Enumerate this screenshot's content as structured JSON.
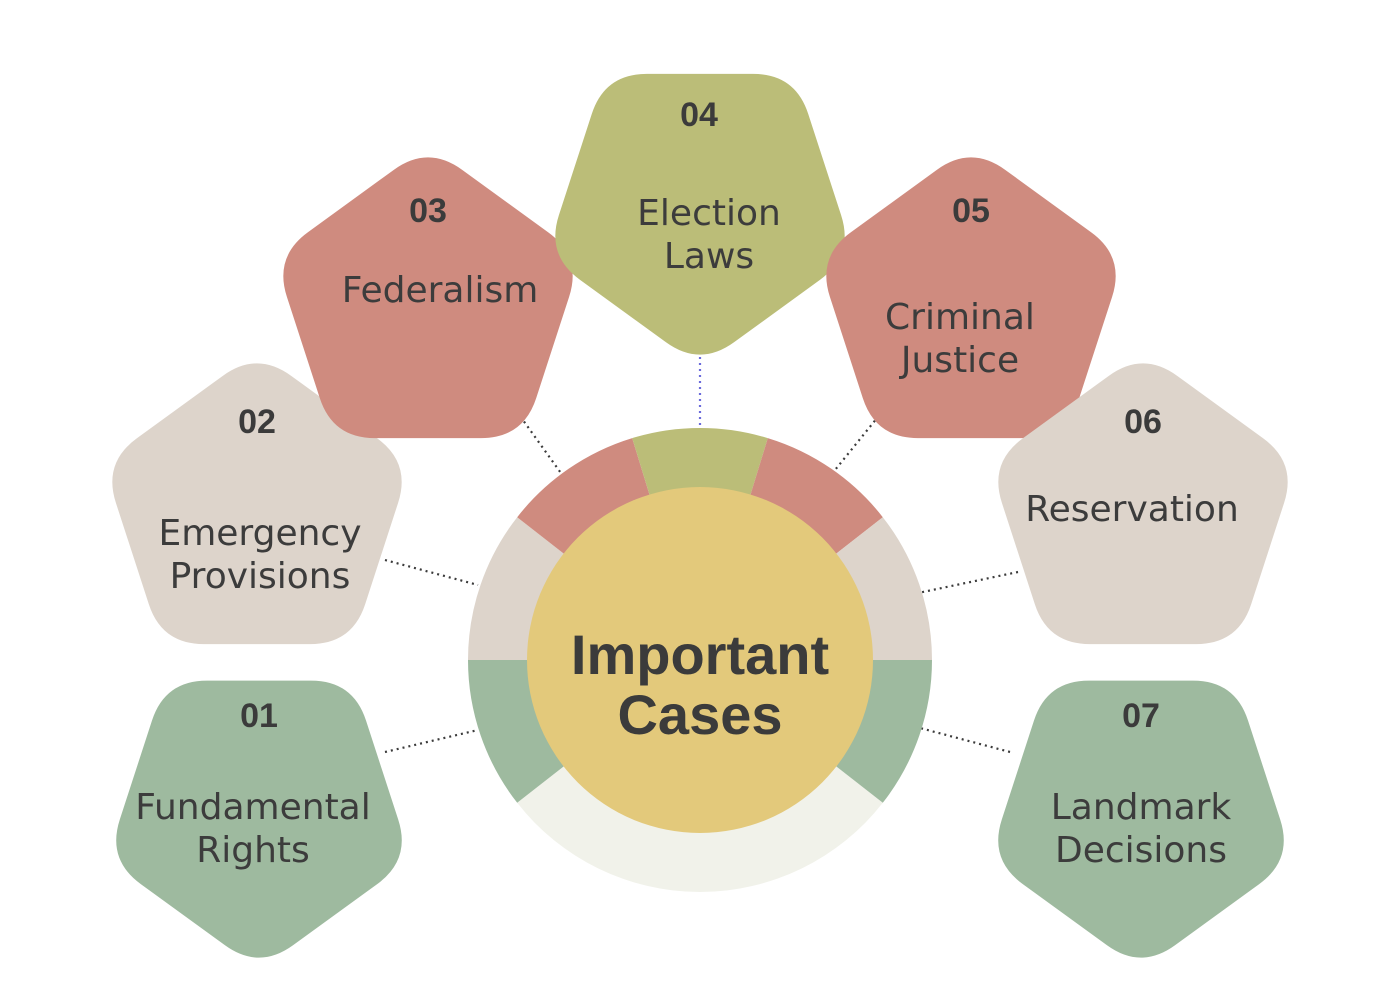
{
  "center": {
    "line1": "Important",
    "line2": "Cases"
  },
  "colors": {
    "green": "#9eba9f",
    "beige": "#ddd4cb",
    "rose": "#cf8b7f",
    "olive": "#bbbd78",
    "center": "#e3c97b",
    "ring_bottom": "#f1f2ea"
  },
  "topics": [
    {
      "number": "01",
      "line1": "Fundamental",
      "line2": "Rights",
      "color": "green"
    },
    {
      "number": "02",
      "line1": "Emergency",
      "line2": "Provisions",
      "color": "beige"
    },
    {
      "number": "03",
      "line1": "Federalism",
      "line2": "",
      "color": "rose"
    },
    {
      "number": "04",
      "line1": "Election",
      "line2": "Laws",
      "color": "olive"
    },
    {
      "number": "05",
      "line1": "Criminal",
      "line2": "Justice",
      "color": "rose"
    },
    {
      "number": "06",
      "line1": "Reservation",
      "line2": "",
      "color": "beige"
    },
    {
      "number": "07",
      "line1": "Landmark",
      "line2": "Decisions",
      "color": "green"
    }
  ]
}
